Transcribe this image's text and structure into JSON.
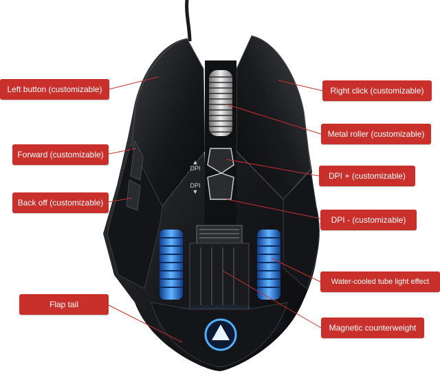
{
  "colors": {
    "label_fill": "#c9302c",
    "label_text": "#ffffff",
    "leader_line": "#c9302c",
    "led_blue": "#2f8cff",
    "mouse_body": "#1c1d20"
  },
  "image": {
    "subject": "gaming-mouse",
    "dpi_marks": {
      "upper": "DPI",
      "lower": "DPI"
    }
  },
  "labels": {
    "left_button": "Left button (customizable)",
    "forward": "Forward (customizable)",
    "back_off": "Back off (customizable)",
    "flap_tail": "Flap tail",
    "right_click": "Right click (customizable)",
    "metal_roller": "Metal roller (customizable)",
    "dpi_plus": "DPI + (customizable)",
    "dpi_minus": "DPI - (customizable)",
    "water_cooled": "Water-cooled tube light effect",
    "magnetic": "Magnetic counterweight"
  }
}
